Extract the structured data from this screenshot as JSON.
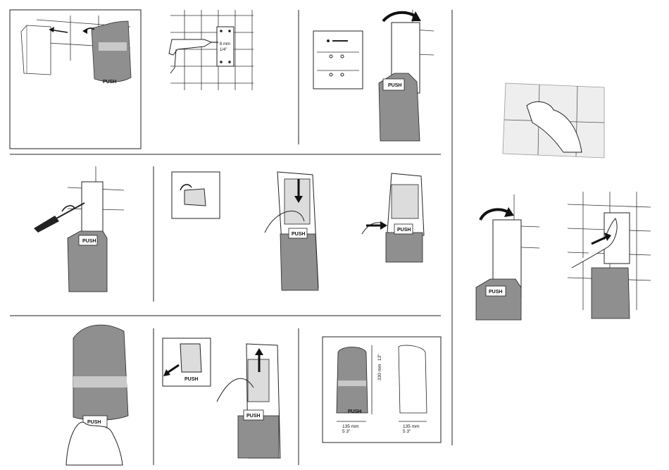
{
  "labels": {
    "push": "PUSH",
    "drill_size_mm": "6 mm",
    "drill_size_in": "1/4\"",
    "height_mm": "330 mm",
    "height_in": "13\"",
    "width_mm": "135 mm",
    "width_in": "5 3\"",
    "depth_mm": "135 mm",
    "depth_in": "5 3\""
  },
  "colors": {
    "line": "#1a1a1a",
    "dispenser_gray": "#8f8f8f",
    "dispenser_light": "#c9c9c9",
    "tile": "#eeeeee"
  }
}
